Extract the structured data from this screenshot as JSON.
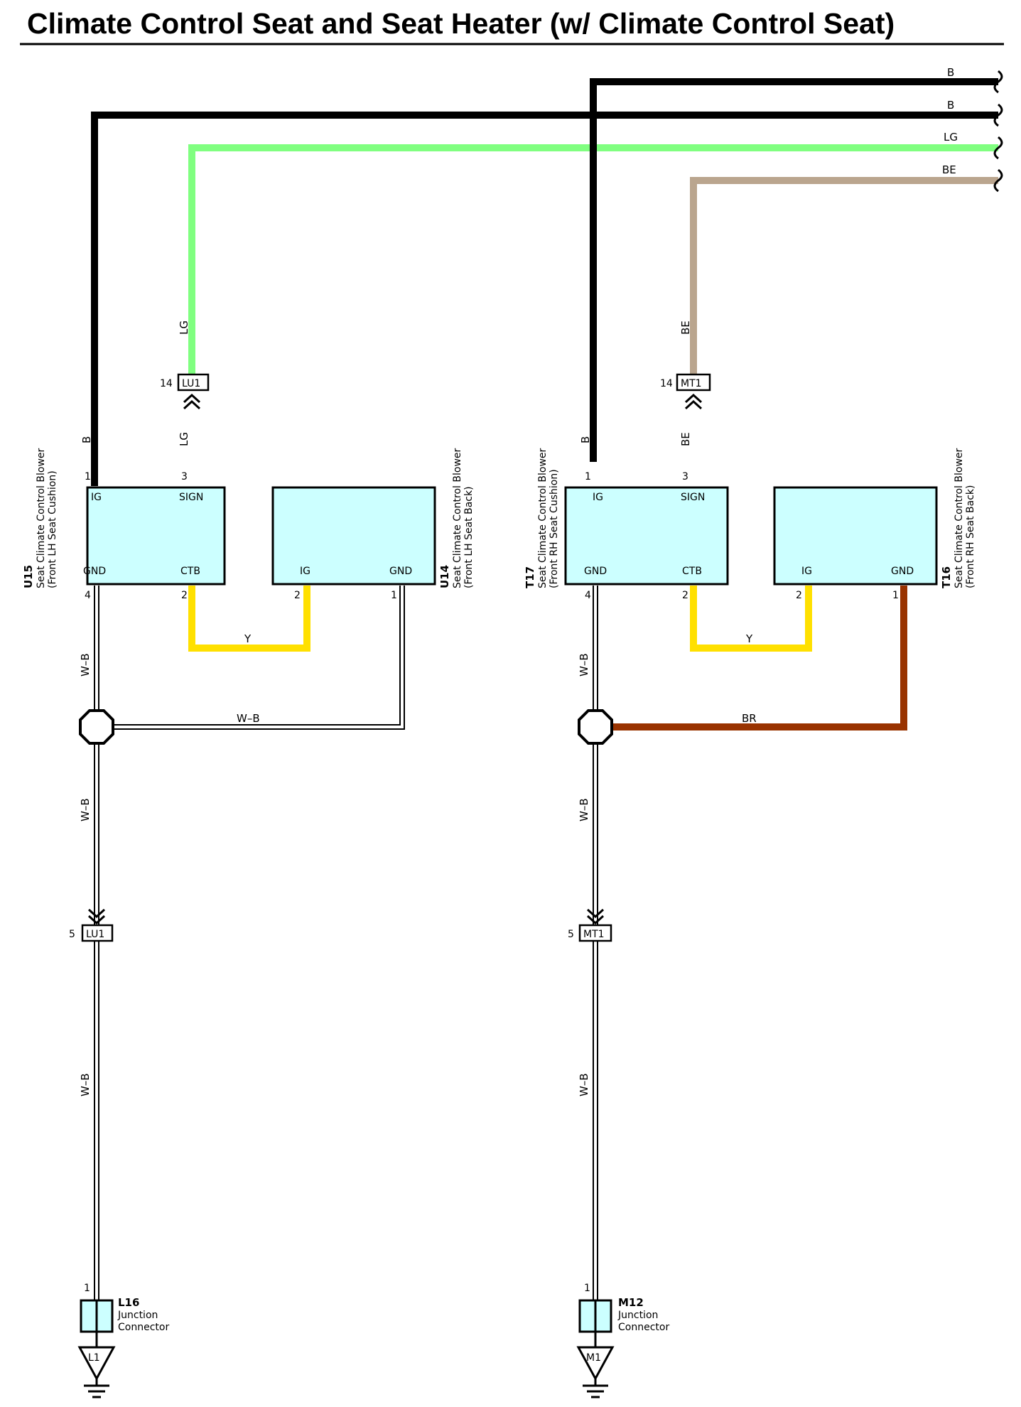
{
  "title": "Climate Control Seat and Seat Heater (w/ Climate Control Seat)",
  "colors": {
    "B": "#000000",
    "LG": "#80ff80",
    "BE": "#baa58e",
    "Y": "#ffe000",
    "BR": "#993300",
    "W-B": "#ffffff",
    "component_fill": "#ccffff"
  },
  "wire_codes": {
    "B": "B",
    "LG": "LG",
    "BE": "BE",
    "Y": "Y",
    "BR": "BR",
    "WB": "W–B"
  },
  "components": {
    "U15": {
      "id": "U15",
      "name": "Seat Climate Control Blower",
      "note": "(Front LH Seat Cushion)",
      "pins": {
        "IG": "IG",
        "SIGN": "SIGN",
        "GND": "GND",
        "CTB": "CTB"
      },
      "pin_numbers": {
        "IG": "1",
        "SIGN": "3",
        "GND": "4",
        "CTB": "2"
      }
    },
    "U14": {
      "id": "U14",
      "name": "Seat Climate Control Blower",
      "note": "(Front LH Seat Back)",
      "pins": {
        "IG": "IG",
        "GND": "GND"
      },
      "pin_numbers": {
        "IG": "2",
        "GND": "1"
      }
    },
    "T17": {
      "id": "T17",
      "name": "Seat Climate Control Blower",
      "note": "(Front RH Seat Cushion)",
      "pins": {
        "IG": "IG",
        "SIGN": "SIGN",
        "GND": "GND",
        "CTB": "CTB"
      },
      "pin_numbers": {
        "IG": "1",
        "SIGN": "3",
        "GND": "4",
        "CTB": "2"
      }
    },
    "T16": {
      "id": "T16",
      "name": "Seat Climate Control Blower",
      "note": "(Front RH Seat Back)",
      "pins": {
        "IG": "IG",
        "GND": "GND"
      },
      "pin_numbers": {
        "IG": "2",
        "GND": "1"
      }
    }
  },
  "inline_connectors": {
    "lu1_top": {
      "code": "LU1",
      "pin": "14"
    },
    "mt1_top": {
      "code": "MT1",
      "pin": "14"
    },
    "lu1_bottom": {
      "code": "LU1",
      "pin": "5"
    },
    "mt1_bottom": {
      "code": "MT1",
      "pin": "5"
    }
  },
  "junctions": {
    "L16": {
      "id": "L16",
      "line1": "Junction",
      "line2": "Connector",
      "pin": "1"
    },
    "M12": {
      "id": "M12",
      "line1": "Junction",
      "line2": "Connector",
      "pin": "1"
    }
  },
  "grounds": {
    "left": "L1",
    "right": "M1"
  }
}
